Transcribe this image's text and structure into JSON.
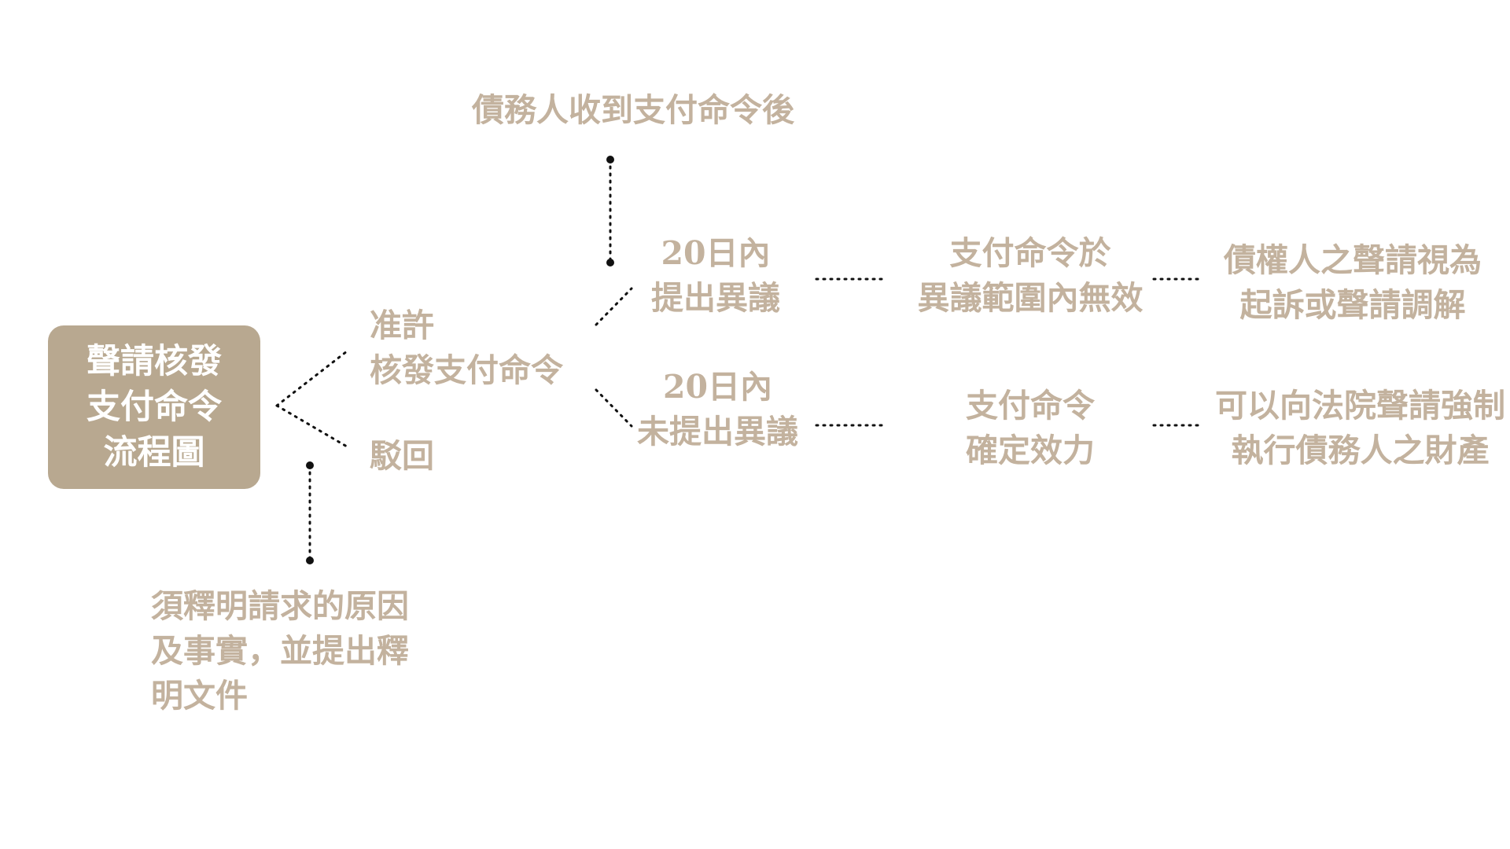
{
  "start": {
    "lines": [
      "聲請核發",
      "支付命令",
      "流程圖"
    ]
  },
  "approve": {
    "lines": [
      "准許",
      "核發支付命令"
    ]
  },
  "reject": {
    "label": "駁回"
  },
  "requirement_note": {
    "lines": [
      "須釋明請求的原因",
      "及事實，並提出釋",
      "明文件"
    ]
  },
  "debtor_note": {
    "label": "債務人收到支付命令後"
  },
  "branch_objection": {
    "lines": [
      "20日內",
      "提出異議"
    ]
  },
  "branch_no_objection": {
    "lines": [
      "20日內",
      "未提出異議"
    ]
  },
  "result_invalid": {
    "lines": [
      "支付命令於",
      "異議範圍內無效"
    ]
  },
  "result_final": {
    "lines": [
      "支付命令",
      "確定效力"
    ]
  },
  "outcome_lawsuit": {
    "lines": [
      "債權人之聲請視為",
      "起訴或聲請調解"
    ]
  },
  "outcome_enforcement": {
    "lines": [
      "可以向法院聲請強制",
      "執行債務人之財產"
    ]
  },
  "colors": {
    "text": "#c3b29e",
    "box": "#b8a890",
    "box_text": "#ffffff",
    "connector": "#111111"
  }
}
